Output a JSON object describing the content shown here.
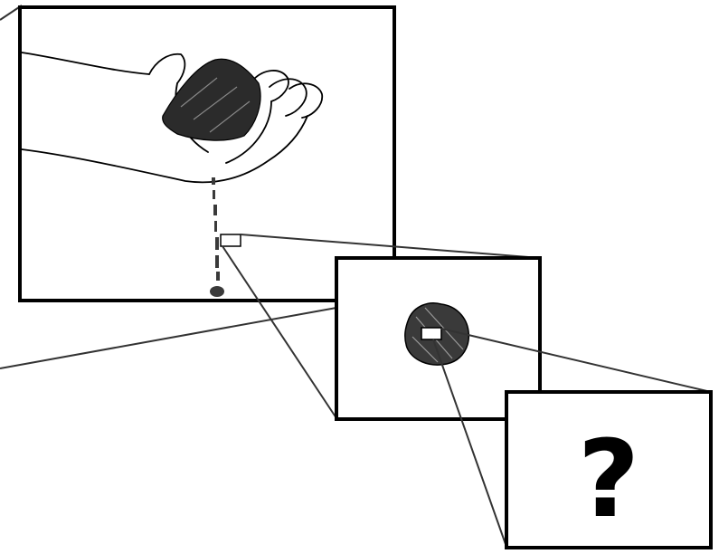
{
  "diagram": {
    "panels": [
      {
        "name": "hand-with-sand"
      },
      {
        "name": "single-grain"
      },
      {
        "name": "unknown-inside"
      }
    ],
    "final_panel_text": "?"
  },
  "colors": {
    "line": "#000000",
    "connector": "#333333",
    "background": "#ffffff"
  }
}
